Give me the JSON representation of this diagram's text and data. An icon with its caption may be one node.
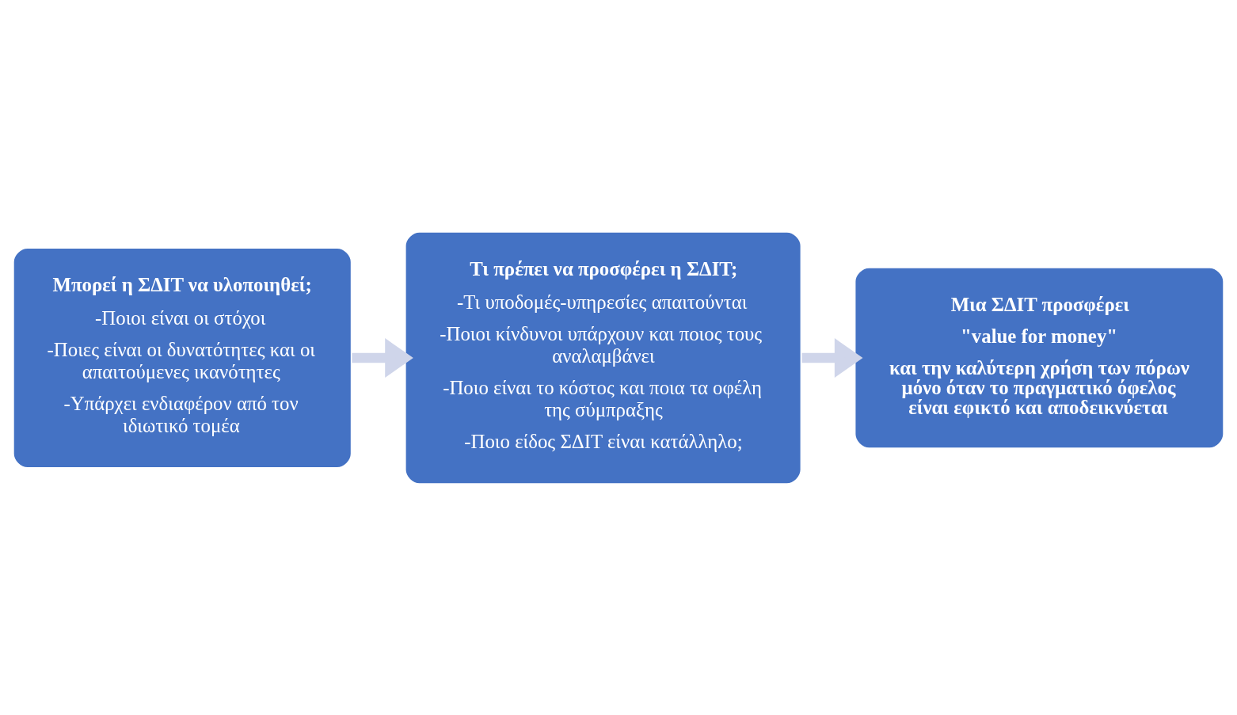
{
  "diagram": {
    "nodes": [
      {
        "text": [
          "Μπορεί η ΣΔΙΤ να υλοποιηθεί;",
          "-Ποιοι είναι οι στόχοι",
          "-Ποιες είναι οι δυνατότητες και οι απαιτούμενες ικανότητες",
          "-Υπάρχει ενδιαφέρον από τον ιδιωτικό τομέα"
        ]
      },
      {
        "text": [
          "Τι πρέπει να προσφέρει η ΣΔΙΤ;",
          "-Τι υποδομές-υπηρεσίες απαιτούνται",
          "-Ποιοι κίνδυνοι υπάρχουν και ποιος τους αναλαμβάνει",
          "-Ποιο είναι το κόστος και ποια τα οφέλη της σύμπραξης",
          "-Ποιο είδος ΣΔΙΤ είναι κατάλληλο;"
        ]
      },
      {
        "text": [
          "Μια ΣΔΙΤ προσφέρει",
          "\"value for money\"",
          "και την καλύτερη χρήση των πόρων μόνο όταν το πραγματικό όφελος είναι εφικτό και αποδεικνύεται"
        ]
      }
    ],
    "edges": [
      {
        "from": 0,
        "to": 1,
        "arrow": "to"
      },
      {
        "from": 1,
        "to": 2,
        "arrow": "to"
      }
    ]
  }
}
